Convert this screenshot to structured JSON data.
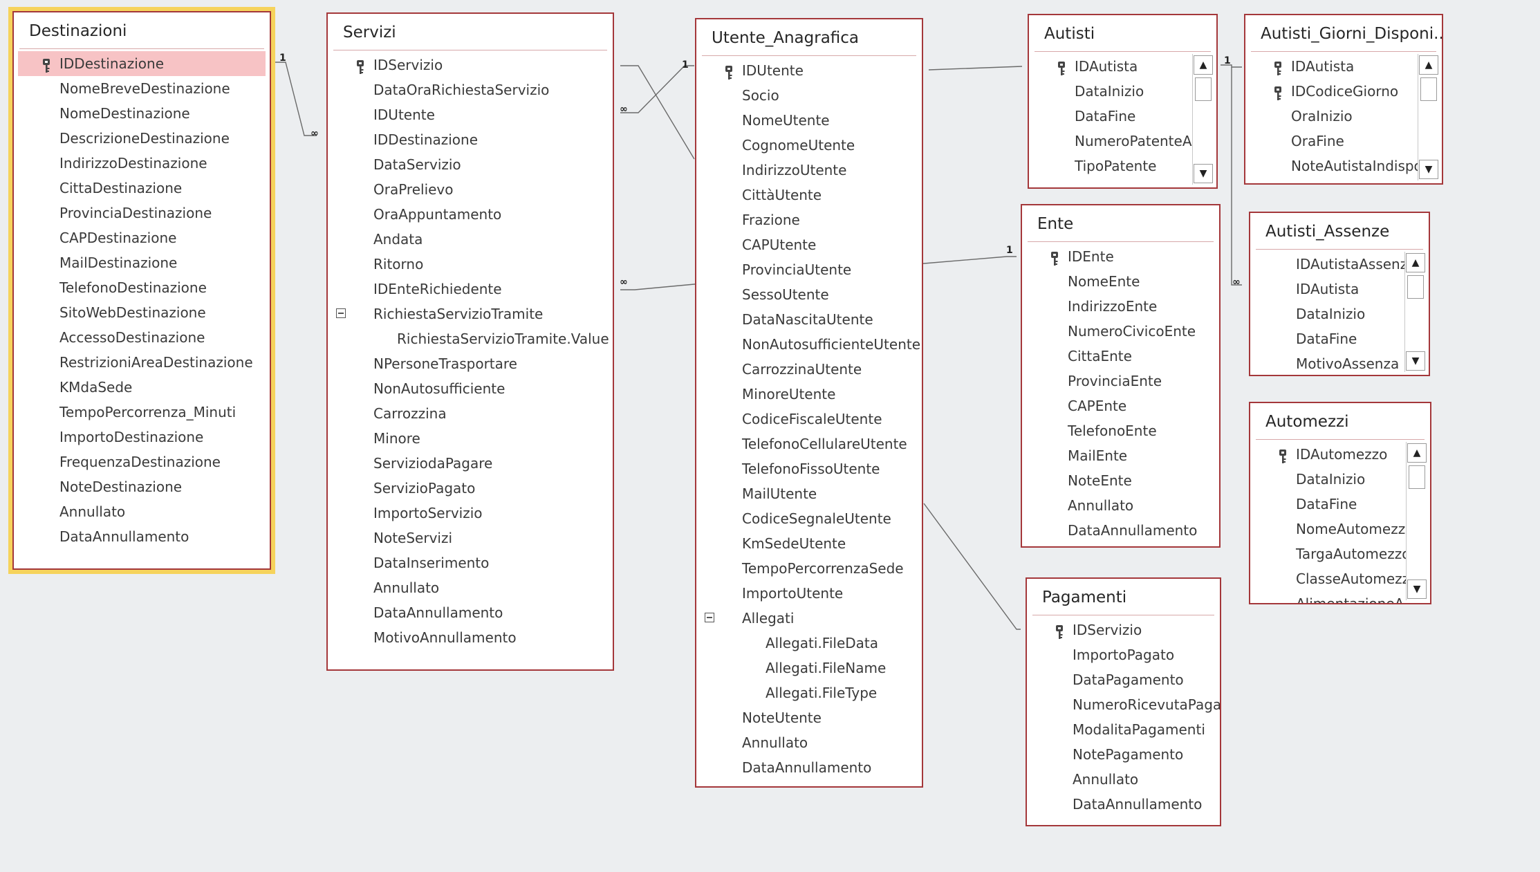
{
  "tables": [
    {
      "id": "destinazioni",
      "title": "Destinazioni",
      "selected": true,
      "scrollbar": false,
      "fields": [
        {
          "name": "IDDestinazione",
          "key": true,
          "highlight": true
        },
        {
          "name": "NomeBreveDestinazione"
        },
        {
          "name": "NomeDestinazione"
        },
        {
          "name": "DescrizioneDestinazione"
        },
        {
          "name": "IndirizzoDestinazione"
        },
        {
          "name": "CittaDestinazione"
        },
        {
          "name": "ProvinciaDestinazione"
        },
        {
          "name": "CAPDestinazione"
        },
        {
          "name": "MailDestinazione"
        },
        {
          "name": "TelefonoDestinazione"
        },
        {
          "name": "SitoWebDestinazione"
        },
        {
          "name": "AccessoDestinazione"
        },
        {
          "name": "RestrizioniAreaDestinazione"
        },
        {
          "name": "KMdaSede"
        },
        {
          "name": "TempoPercorrenza_Minuti"
        },
        {
          "name": "ImportoDestinazione"
        },
        {
          "name": "FrequenzaDestinazione"
        },
        {
          "name": "NoteDestinazione"
        },
        {
          "name": "Annullato"
        },
        {
          "name": "DataAnnullamento"
        }
      ]
    },
    {
      "id": "servizi",
      "title": "Servizi",
      "scrollbar": false,
      "fields": [
        {
          "name": "IDServizio",
          "key": true
        },
        {
          "name": "DataOraRichiestaServizio"
        },
        {
          "name": "IDUtente"
        },
        {
          "name": "IDDestinazione"
        },
        {
          "name": "DataServizio"
        },
        {
          "name": "OraPrelievo"
        },
        {
          "name": "OraAppuntamento"
        },
        {
          "name": "Andata"
        },
        {
          "name": "Ritorno"
        },
        {
          "name": "IDEnteRichiedente"
        },
        {
          "name": "RichiestaServizioTramite",
          "expander": true
        },
        {
          "name": "RichiestaServizioTramite.Value",
          "sub": true
        },
        {
          "name": "NPersoneTrasportare"
        },
        {
          "name": "NonAutosufficiente"
        },
        {
          "name": "Carrozzina"
        },
        {
          "name": "Minore"
        },
        {
          "name": "ServiziodaPagare"
        },
        {
          "name": "ServizioPagato"
        },
        {
          "name": "ImportoServizio"
        },
        {
          "name": "NoteServizi"
        },
        {
          "name": "DataInserimento"
        },
        {
          "name": "Annullato"
        },
        {
          "name": "DataAnnullamento"
        },
        {
          "name": "MotivoAnnullamento"
        }
      ]
    },
    {
      "id": "utente-anagrafica",
      "title": "Utente_Anagrafica",
      "scrollbar": false,
      "fields": [
        {
          "name": "IDUtente",
          "key": true
        },
        {
          "name": "Socio"
        },
        {
          "name": "NomeUtente"
        },
        {
          "name": "CognomeUtente"
        },
        {
          "name": "IndirizzoUtente"
        },
        {
          "name": "CittàUtente"
        },
        {
          "name": "Frazione"
        },
        {
          "name": "CAPUtente"
        },
        {
          "name": "ProvinciaUtente"
        },
        {
          "name": "SessoUtente"
        },
        {
          "name": "DataNascitaUtente"
        },
        {
          "name": "NonAutosufficienteUtente"
        },
        {
          "name": "CarrozzinaUtente"
        },
        {
          "name": "MinoreUtente"
        },
        {
          "name": "CodiceFiscaleUtente"
        },
        {
          "name": "TelefonoCellulareUtente"
        },
        {
          "name": "TelefonoFissoUtente"
        },
        {
          "name": "MailUtente"
        },
        {
          "name": "CodiceSegnaleUtente"
        },
        {
          "name": "KmSedeUtente"
        },
        {
          "name": "TempoPercorrenzaSede"
        },
        {
          "name": "ImportoUtente"
        },
        {
          "name": "Allegati",
          "expander": true
        },
        {
          "name": "Allegati.FileData",
          "sub": true
        },
        {
          "name": "Allegati.FileName",
          "sub": true
        },
        {
          "name": "Allegati.FileType",
          "sub": true
        },
        {
          "name": "NoteUtente"
        },
        {
          "name": "Annullato"
        },
        {
          "name": "DataAnnullamento"
        }
      ]
    },
    {
      "id": "autisti",
      "title": "Autisti",
      "scrollbar": true,
      "fields": [
        {
          "name": "IDAutista",
          "key": true
        },
        {
          "name": "DataInizio"
        },
        {
          "name": "DataFine"
        },
        {
          "name": "NumeroPatenteAu"
        },
        {
          "name": "TipoPatente"
        }
      ]
    },
    {
      "id": "autisti-giorni",
      "title": "Autisti_Giorni_Disponi...",
      "scrollbar": true,
      "fields": [
        {
          "name": "IDAutista",
          "key": true
        },
        {
          "name": "IDCodiceGiorno",
          "key": true
        },
        {
          "name": "OraInizio"
        },
        {
          "name": "OraFine"
        },
        {
          "name": "NoteAutistaIndispo"
        }
      ]
    },
    {
      "id": "ente",
      "title": "Ente",
      "scrollbar": false,
      "fields": [
        {
          "name": "IDEnte",
          "key": true
        },
        {
          "name": "NomeEnte"
        },
        {
          "name": "IndirizzoEnte"
        },
        {
          "name": "NumeroCivicoEnte"
        },
        {
          "name": "CittaEnte"
        },
        {
          "name": "ProvinciaEnte"
        },
        {
          "name": "CAPEnte"
        },
        {
          "name": "TelefonoEnte"
        },
        {
          "name": "MailEnte"
        },
        {
          "name": "NoteEnte"
        },
        {
          "name": "Annullato"
        },
        {
          "name": "DataAnnullamento"
        }
      ]
    },
    {
      "id": "autisti-assenze",
      "title": "Autisti_Assenze",
      "scrollbar": true,
      "fields": [
        {
          "name": "IDAutistaAssenze"
        },
        {
          "name": "IDAutista"
        },
        {
          "name": "DataInizio"
        },
        {
          "name": "DataFine"
        },
        {
          "name": "MotivoAssenza"
        }
      ]
    },
    {
      "id": "automezzi",
      "title": "Automezzi",
      "scrollbar": true,
      "fields": [
        {
          "name": "IDAutomezzo",
          "key": true
        },
        {
          "name": "DataInizio"
        },
        {
          "name": "DataFine"
        },
        {
          "name": "NomeAutomezzo"
        },
        {
          "name": "TargaAutomezzo"
        },
        {
          "name": "ClasseAutomezzo"
        },
        {
          "name": "AlimentazioneA"
        }
      ]
    },
    {
      "id": "pagamenti",
      "title": "Pagamenti",
      "scrollbar": false,
      "fields": [
        {
          "name": "IDServizio",
          "key": true
        },
        {
          "name": "ImportoPagato"
        },
        {
          "name": "DataPagamento"
        },
        {
          "name": "NumeroRicevutaPagamento"
        },
        {
          "name": "ModalitaPagamenti"
        },
        {
          "name": "NotePagamento"
        },
        {
          "name": "Annullato"
        },
        {
          "name": "DataAnnullamento"
        }
      ]
    }
  ],
  "relationship_labels": {
    "one": "1",
    "many": "∞"
  },
  "colors": {
    "table_border": "#a4373a",
    "selection": "#f6d35c",
    "key_highlight": "#f7c3c5",
    "background": "#eceef0"
  }
}
